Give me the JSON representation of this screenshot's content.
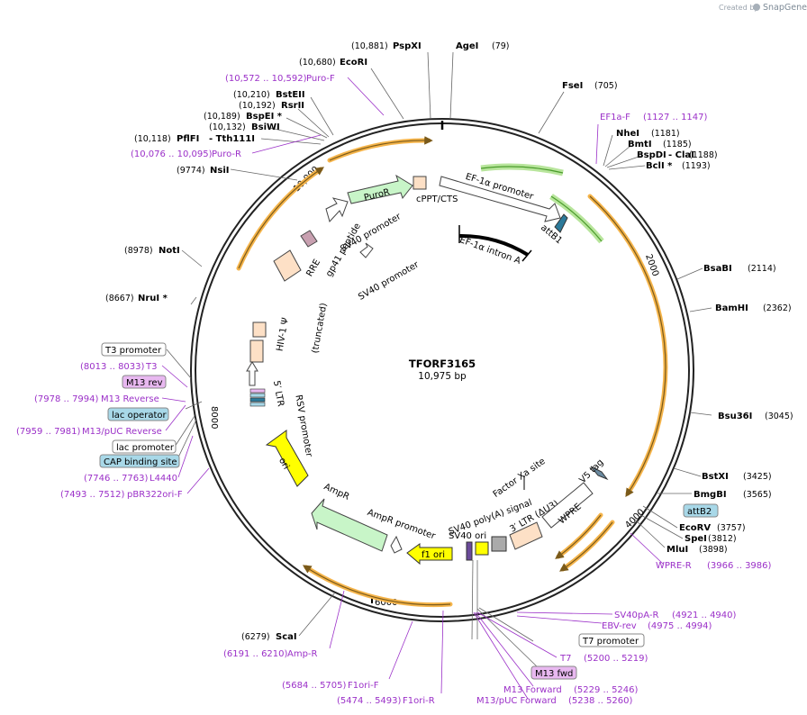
{
  "header": {
    "credit": "Created by",
    "brand": "SnapGene"
  },
  "plasmid": {
    "name": "TFORF3165",
    "size": "10,975 bp"
  },
  "ticks": [
    "2000",
    "4000",
    "6000",
    "8000",
    "10,000"
  ],
  "enzymes": [
    {
      "name": "PspXI",
      "pos": "(10,881)"
    },
    {
      "name": "AgeI",
      "pos": "(79)"
    },
    {
      "name": "EcoRI",
      "pos": "(10,680)"
    },
    {
      "name": "FseI",
      "pos": "(705)"
    },
    {
      "name": "BstEII",
      "pos": "(10,210)"
    },
    {
      "name": "RsrII",
      "pos": "(10,192)"
    },
    {
      "name": "BspEI *",
      "pos": "(10,189)"
    },
    {
      "name": "BsiWI",
      "pos": "(10,132)"
    },
    {
      "name": "PflFI",
      "pos": "(10,118)"
    },
    {
      "name": "- Tth111I",
      "pos": ""
    },
    {
      "name": "NheI",
      "pos": "(1181)"
    },
    {
      "name": "BmtI",
      "pos": "(1185)"
    },
    {
      "name": "BspDI",
      "pos": "(1188)"
    },
    {
      "name": "- ClaI",
      "pos": ""
    },
    {
      "name": "BclI *",
      "pos": "(1193)"
    },
    {
      "name": "NsiI",
      "pos": "(9774)"
    },
    {
      "name": "NotI",
      "pos": "(8978)"
    },
    {
      "name": "BsaBI",
      "pos": "(2114)"
    },
    {
      "name": "NruI *",
      "pos": "(8667)"
    },
    {
      "name": "BamHI",
      "pos": "(2362)"
    },
    {
      "name": "Bsu36I",
      "pos": "(3045)"
    },
    {
      "name": "BstXI",
      "pos": "(3425)"
    },
    {
      "name": "BmgBI",
      "pos": "(3565)"
    },
    {
      "name": "EcoRV",
      "pos": "(3757)"
    },
    {
      "name": "SpeI",
      "pos": "(3812)"
    },
    {
      "name": "MluI",
      "pos": "(3898)"
    },
    {
      "name": "ScaI",
      "pos": "(6279)"
    }
  ],
  "primers": [
    {
      "name": "Puro-F",
      "pos": "(10,572 .. 10,592)"
    },
    {
      "name": "Puro-R",
      "pos": "(10,076 .. 10,095)"
    },
    {
      "name": "EF1a-F",
      "pos": "(1127 .. 1147)"
    },
    {
      "name": "T3",
      "pos": "(8013 .. 8033)"
    },
    {
      "name": "M13 Reverse",
      "pos": "(7978 .. 7994)"
    },
    {
      "name": "M13/pUC Reverse",
      "pos": "(7959 .. 7981)"
    },
    {
      "name": "L4440",
      "pos": "(7746 .. 7763)"
    },
    {
      "name": "pBR322ori-F",
      "pos": "(7493 .. 7512)"
    },
    {
      "name": "WPRE-R",
      "pos": "(3966 .. 3986)"
    },
    {
      "name": "SV40pA-R",
      "pos": "(4921 .. 4940)"
    },
    {
      "name": "EBV-rev",
      "pos": "(4975 .. 4994)"
    },
    {
      "name": "T7",
      "pos": "(5200 .. 5219)"
    },
    {
      "name": "M13 Forward",
      "pos": "(5229 .. 5246)"
    },
    {
      "name": "M13/pUC Forward",
      "pos": "(5238 .. 5260)"
    },
    {
      "name": "Amp-R",
      "pos": "(6191 .. 6210)"
    },
    {
      "name": "F1ori-F",
      "pos": "(5684 .. 5705)"
    },
    {
      "name": "F1ori-R",
      "pos": "(5474 .. 5493)"
    }
  ],
  "boxes": {
    "t3_promoter": "T3 promoter",
    "m13_rev": "M13 rev",
    "lac_operator": "lac operator",
    "lac_promoter": "lac promoter",
    "cap_site": "CAP binding site",
    "attb2": "attB2",
    "t7_promoter": "T7 promoter",
    "m13_fwd": "M13 fwd"
  },
  "features": {
    "puror": "PuroR",
    "cppt": "cPPT/CTS",
    "ef1a_promoter": "EF-1α promoter",
    "sv40_promoter_1": "SV40 promoter",
    "sv40_promoter_2": "SV40 promoter",
    "attb1": "attB1",
    "ef1a_intron": "EF-1α intron A",
    "rre": "RRE",
    "gp41": "gp41 peptide",
    "hiv_psi": "HIV-1 Ψ",
    "truncated": "(truncated)",
    "ltr5": "5′ LTR",
    "rsv": "RSV promoter",
    "ori": "ori",
    "ampr": "AmpR",
    "ampr_promoter": "AmpR promoter",
    "f1_ori": "f1 ori",
    "sv40_ori": "SV40 ori",
    "sv40_polya": "SV40 poly(A) signal",
    "ltr3": "3′ LTR (ΔU3)",
    "wpre": "WPRE",
    "factor_xa": "Factor Xa site",
    "v5_tag": "V5 tag"
  },
  "colors": {
    "backbone": "#222222",
    "primer": "#9b30c8",
    "orf_orange": "#f5b44a",
    "green_arrow": "#6ab83f",
    "puror_fill": "#c8f5c8",
    "ori_fill": "#ffff00",
    "lac_box": "#a8d8e8",
    "m13_box": "#e8b8f0",
    "peach": "#fde0c6"
  }
}
